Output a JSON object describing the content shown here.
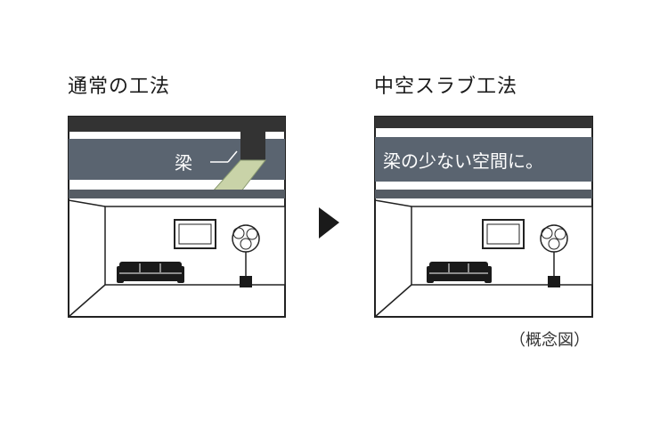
{
  "headings": {
    "conventional": "通常の工法",
    "hollow_slab": "中空スラブ工法"
  },
  "labels": {
    "beam": "梁",
    "few_beams": "梁の少ない空間に。",
    "caption": "（概念図）"
  },
  "colors": {
    "slab_dark": "#333333",
    "ceiling_band": "#5a6470",
    "beam_highlight": "#c9d3a8",
    "line": "#222222"
  },
  "icons": [
    "arrow-right-icon",
    "sofa-icon",
    "plant-icon",
    "picture-frame-icon"
  ]
}
